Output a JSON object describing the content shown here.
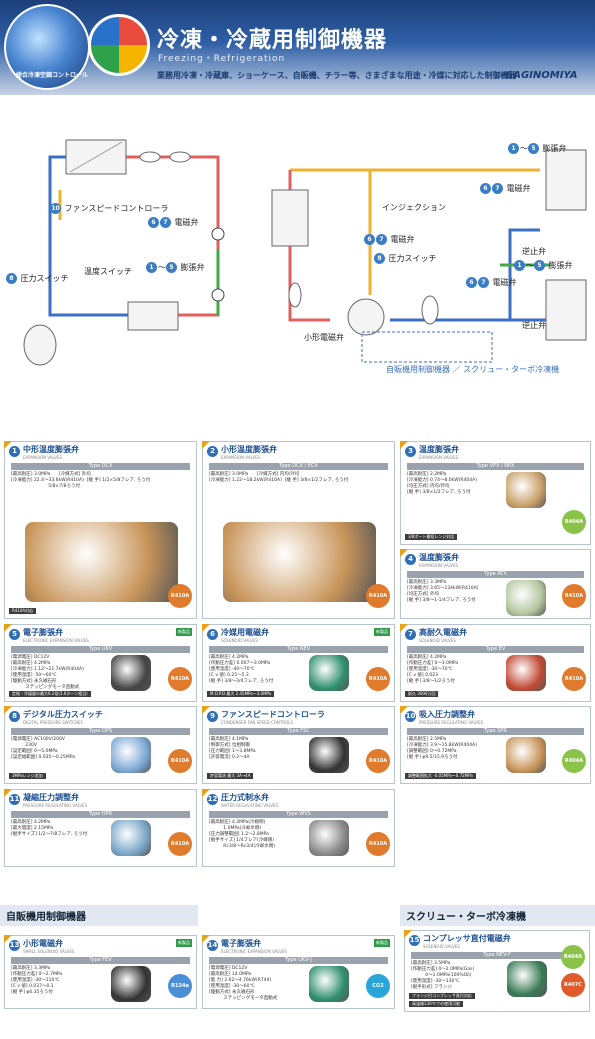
{
  "header": {
    "title": "冷凍・冷蔵用制御機器",
    "subtitle": "Freezing・Refrigeration",
    "tagline": "業務用冷凍・冷蔵庫、ショーケース、自販機、チラー等、さまざまな用途・冷媒に対応した制御機器",
    "brand": "SAGINOMIYA",
    "globe_text": "総合冷凍空調コントロール"
  },
  "diagram_left": {
    "labels": {
      "fan_ctrl": "ファンスピードコントローラ",
      "solenoid": "電磁弁",
      "pressure_switch": "圧力スイッチ",
      "temp_switch": "温度スイッチ",
      "expansion": "膨張弁"
    },
    "badges": {
      "fan_ctrl": "10",
      "sol_a": "6",
      "sol_b": "7",
      "ps": "8",
      "exp_a": "1",
      "exp_b": "5"
    }
  },
  "diagram_right": {
    "labels": {
      "expansion_top": "膨張弁",
      "solenoid_top": "電磁弁",
      "injection": "インジェクション",
      "solenoid_mid": "電磁弁",
      "pressure_switch": "圧力スイッチ",
      "check_valve_top": "逆止弁",
      "expansion_mid": "膨張弁",
      "solenoid_low": "電磁弁",
      "check_valve_low": "逆止弁",
      "small_solenoid": "小形電磁弁",
      "caption": "自販機用制御機器 ／ スクリュー・ターボ冷凍機"
    },
    "badges": {
      "e1": "1",
      "e5": "5",
      "s6": "6",
      "s7": "7",
      "ps": "8"
    }
  },
  "cards": [
    {
      "num": "1",
      "name": "中形温度膨張弁",
      "en": "EXPANSION VALVES",
      "type": "Type DCX",
      "specs": "[最高耐圧] 3.0MPa      [冷媒方式] 外均\n[冷凍能力] 22.4〜33.6kW(R410A)  [継 手] 1/2×5/8フレア, ろう付\n                          5/8×7/8ろう付",
      "ref": "R410A",
      "ref_color": "#e07a2c",
      "note": "R410A対応"
    },
    {
      "num": "2",
      "name": "小形温度膨張弁",
      "en": "EXPANSION VALVES",
      "type": "Type DCX / ECX",
      "specs": "[最高耐圧] 3.0MPa      [冷媒方式] 内均/外均\n[冷凍能力] 1.22〜18.2kW(R410A)  [継 手] 3/8×1/2フレア, ろう付",
      "ref": "R410A",
      "ref_color": "#e07a2c",
      "note": ""
    },
    {
      "num": "3",
      "name": "温度膨張弁",
      "en": "EXPANSION VALVES",
      "type": "Type VPX / NPX",
      "specs": "[最高耐圧] 2.2MPa\n[冷凍能力] 0.74〜8.0kW(R404A)\n[均圧方式] 内均/外均\n[継 手] 3/8×1/2フレア, ろう付",
      "ref": "R404A",
      "ref_color": "#8bc34a",
      "note": "3/8ポート最短レンジ対応"
    },
    {
      "num": "4",
      "name": "温度膨張弁",
      "en": "EXPANSION VALVES",
      "type": "Type ATX",
      "specs": "[最高耐圧] 3.3MPa\n[冷凍能力] 3.65〜134kW(R410A)\n[均圧方式] 外均\n[継 手] 3/8〜1-1/4フレア, ろう付",
      "ref": "R410A",
      "ref_color": "#e07a2c",
      "note": ""
    },
    {
      "num": "5",
      "name": "電子膨張弁",
      "en": "ELECTRONIC EXPANSION VALVES",
      "type": "Type UKV",
      "specs": "[電源電圧] DC12V\n[最高耐圧] 4.2MPa\n[冷凍能力] 1.12〜21.7kW(R404A)\n[使用温度] -50〜60℃\n[駆動方式] 永久磁石形\n          ステッピングモータ直動式",
      "ref": "R410A",
      "ref_color": "#e07a2c",
      "note": "定格・冷媒量の最大6.2倍(3.6ターン相当)",
      "new": "新製品"
    },
    {
      "num": "6",
      "name": "冷媒用電磁弁",
      "en": "SOLENOID VALVES",
      "type": "Type NEV",
      "specs": "[最高耐圧] 4.2MPa\n[作動圧力差] 0.007〜3.0MPa\n[使用温度] -40〜70℃\n[C v 値] 0.25〜5.3\n[継 手] 3/8〜3/4フレア, ろう付",
      "ref": "R410A",
      "ref_color": "#e07a2c",
      "note": "M.O.P.D.最大 2.45MPa〜3.0MPa",
      "new": "新製品"
    },
    {
      "num": "7",
      "name": "高耐久電磁弁",
      "en": "SOLENOID VALVES",
      "type": "Type EV",
      "specs": "[最高耐圧] 4.2MPa\n[作動圧力差] 0〜3.0MPa\n[使用温度] -30〜70℃\n[C v 値] 0.023\n[継 手] 3/8〜1/2ろう付",
      "ref": "R410A",
      "ref_color": "#e07a2c",
      "note": "耐久 3000万回"
    },
    {
      "num": "8",
      "name": "デジタル圧力スイッチ",
      "en": "DIGITAL PRESSURE SWITCHES",
      "type": "Type DPS",
      "specs": "[電源電圧] AC100V/200V\n          230V\n[設定範囲] 0〜5.0MPa\n[設定幅範囲] 0.035〜0.25MPa",
      "ref": "R410A",
      "ref_color": "#e07a2c",
      "note": "3MPaレンジ追加"
    },
    {
      "num": "9",
      "name": "ファンスピードコントローラ",
      "en": "CONDENSER FAN SPEED CONTROLS",
      "type": "Type FSC",
      "specs": "[最高耐圧] 4.1MPa\n[制御方式] 位相制御\n[圧力範囲] 1〜3.8MPa\n[許容電流] 0.2〜4A",
      "ref": "R410A",
      "ref_color": "#e07a2c",
      "note": "許容電流 最大 3A→4A"
    },
    {
      "num": "10",
      "name": "吸入圧力調整弁",
      "en": "PRESSURE REGULATING VALVES",
      "type": "Type SPR",
      "specs": "[最高耐圧] 2.5MPa\n[冷凍能力] 3.9〜15.8kW(R404A)\n[調整範囲] 0〜0.72MPa\n[継 手] φ9.5/15.9ろう付",
      "ref": "R404A",
      "ref_color": "#8bc34a",
      "note": "調整範囲拡大 -0.05MPa〜0.72MPa"
    },
    {
      "num": "11",
      "name": "凝縮圧力調整弁",
      "en": "PRESSURE REGULATING VALVES",
      "type": "Type HPR",
      "specs": "[最高耐圧] 4.2MPa\n[最大開度] 2.15MPa\n[継手サイズ] 1/2〜7/8フレア, ろう付",
      "ref": "R410A",
      "ref_color": "#e07a2c",
      "note": ""
    },
    {
      "num": "12",
      "name": "圧力式制水弁",
      "en": "WATER REGULATING VALVES",
      "type": "Type WVS",
      "specs": "[最高耐圧] 4.2MPa(冷媒側)\n          1.0MPa(冷却水側)\n[圧力調整範囲] 1.2〜2.8MPa\n[継手サイズ] 1/4フレア(冷媒側)\n          Rc3/8〜Rc3/4(冷却水側)",
      "ref": "R410A",
      "ref_color": "#e07a2c",
      "note": ""
    }
  ],
  "vending": {
    "title": "自販機用制御機器",
    "cards": [
      {
        "num": "13",
        "name": "小形電磁弁",
        "en": "SMALL SOLENOID VALVES",
        "type": "Type FEV",
        "specs": "[最高耐圧] 3.3MPa\n[作動圧力差] 0〜2.7MPa\n[使用温度] -30〜110℃\n[C v 値] 0.037〜0.1\n[継 手] φ6.35ろう付",
        "ref": "R134a",
        "ref_color": "#4a90d9",
        "new": "新製品"
      },
      {
        "num": "14",
        "name": "電子膨張弁",
        "en": "ELECTRONIC EXPANSION VALVES",
        "type": "Type UKV-J",
        "specs": "[電源電圧] DC12V\n[最高耐圧] 14.0MPa\n[能 力] 2.62〜4.76kW(R744)\n[使用温度] -30〜60℃\n[駆動方式] 永久磁石形\n          ステッピングモータ直動式",
        "ref": "CO2",
        "ref_color": "#2aa5d9",
        "new": "新製品"
      }
    ]
  },
  "screw": {
    "title": "スクリュー・ターボ冷凍機",
    "card": {
      "num": "15",
      "name": "コンプレッサ直付電磁弁",
      "en": "SOLENOID VALVES",
      "type": "Type NEV-F",
      "specs": "[最高耐圧] 3.5MPa\n[作動圧力差] 0〜2.0MPa(Gas)\n          0〜1.0MPa(100%Oil)\n[使用温度] -30〜130℃\n[継手形式] フランジ",
      "note1": "フランジ付コンプレッサ直付対応",
      "note2": "高温域130℃での使用可能",
      "ref1": "R404A",
      "ref2": "R407C"
    }
  }
}
